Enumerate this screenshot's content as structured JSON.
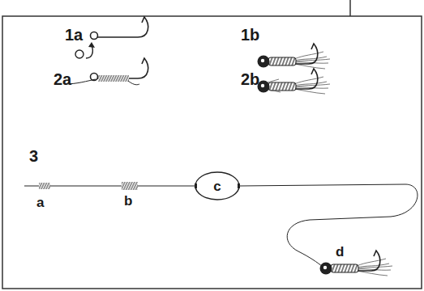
{
  "diagram": {
    "nodes": [
      {
        "text": [
          "c"
        ]
      }
    ],
    "labels": [
      "1a",
      "2a",
      "1b",
      "2b",
      "3",
      "a",
      "b",
      "d"
    ]
  }
}
